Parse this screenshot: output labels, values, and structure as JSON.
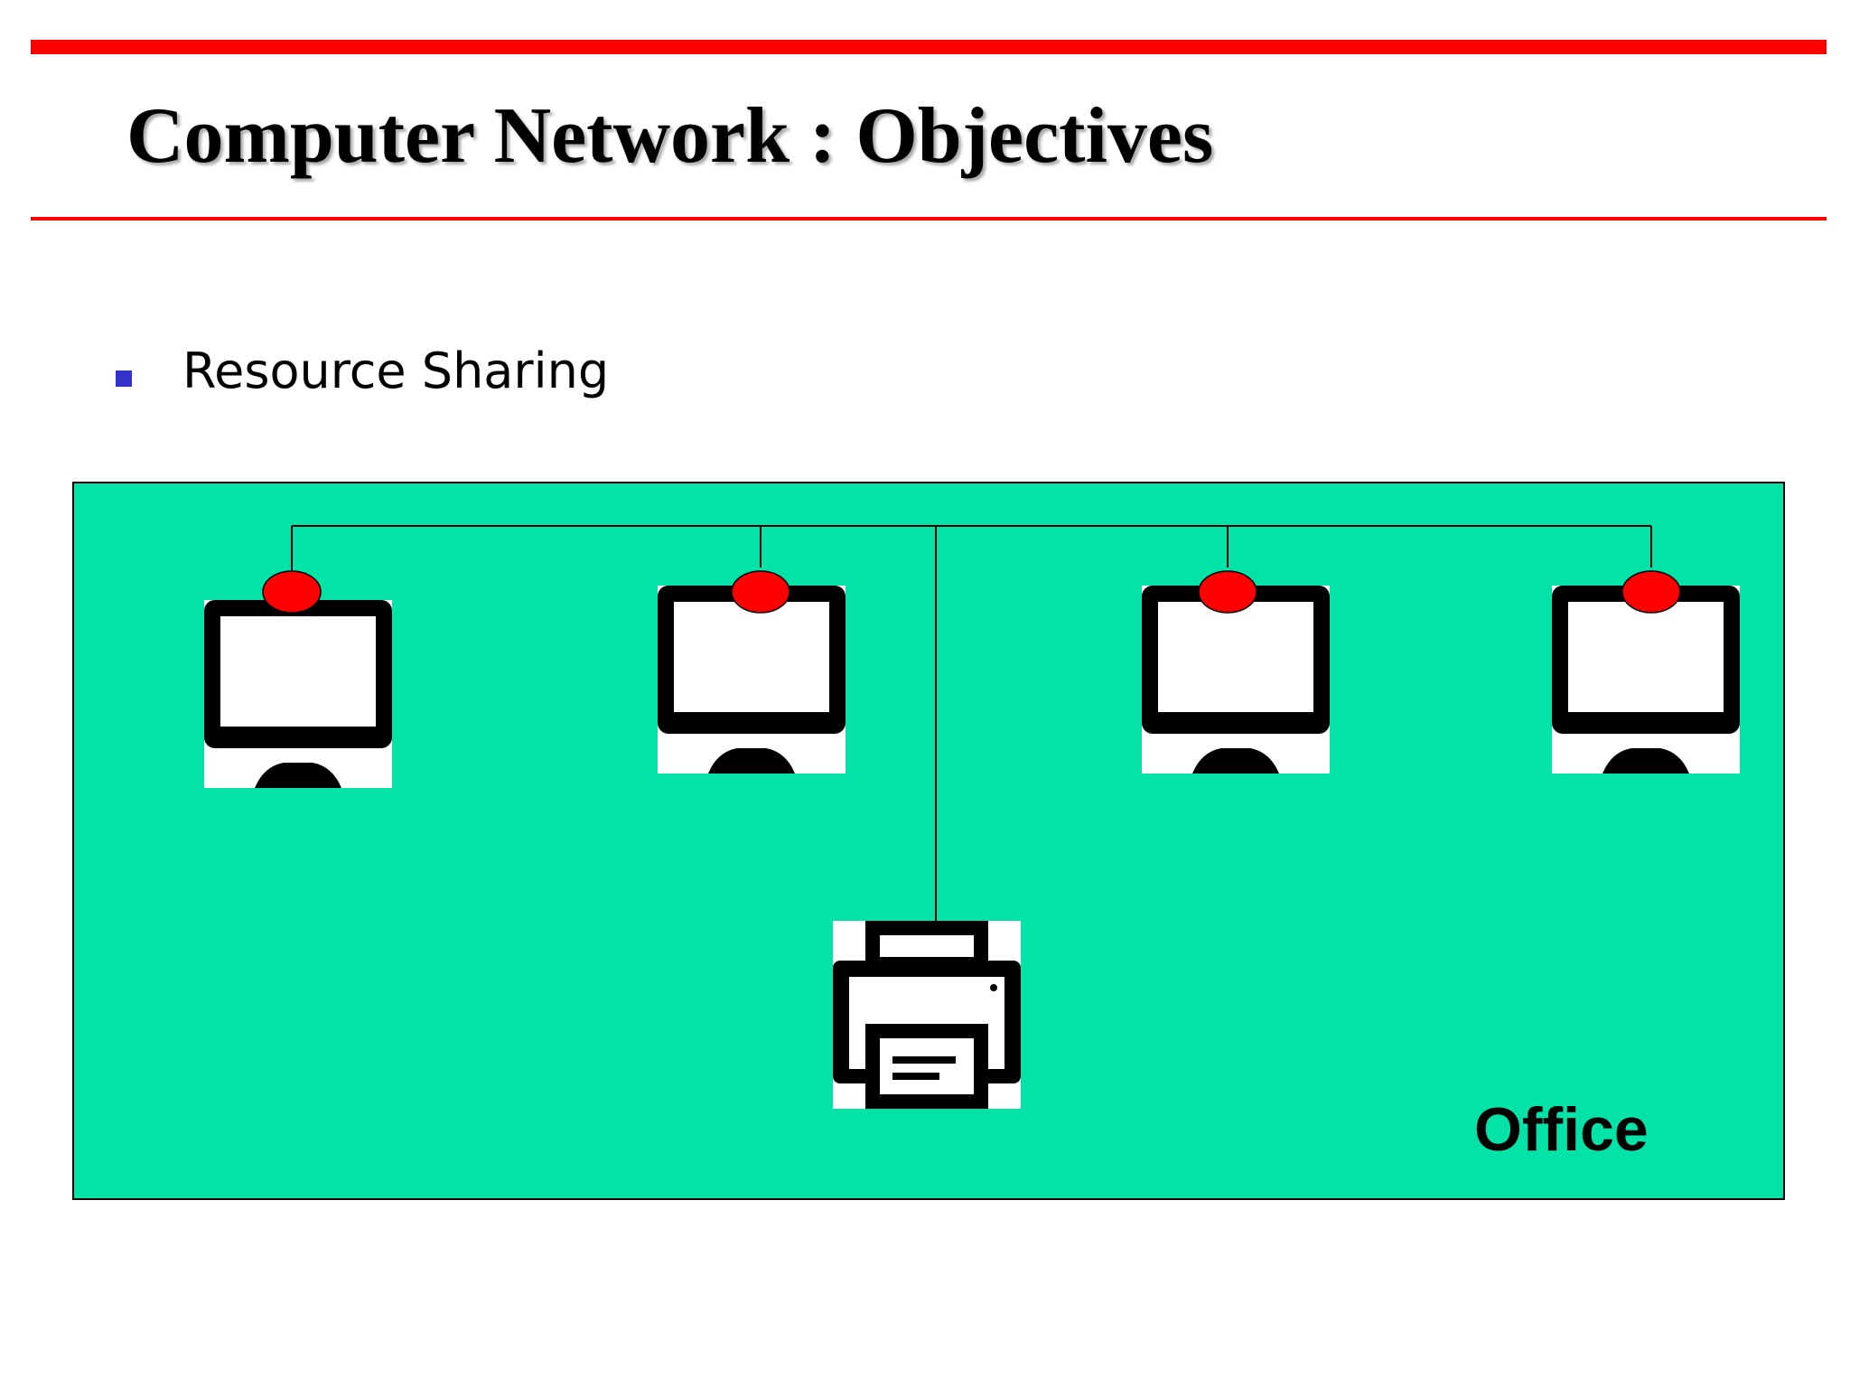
{
  "slide": {
    "title": "Computer Network : Objectives",
    "bullet": "Resource Sharing"
  },
  "diagram": {
    "zone_label": "Office",
    "nodes": [
      {
        "type": "computer",
        "icon": "desktop-monitor-icon",
        "connected": true
      },
      {
        "type": "computer",
        "icon": "desktop-monitor-icon",
        "connected": true
      },
      {
        "type": "computer",
        "icon": "desktop-monitor-icon",
        "connected": true
      },
      {
        "type": "computer",
        "icon": "desktop-monitor-icon",
        "connected": true
      },
      {
        "type": "printer",
        "icon": "printer-icon",
        "connected": true
      }
    ]
  },
  "colors": {
    "rule": "#ff0000",
    "bullet": "#3333cc",
    "office_fill": "#03e3a8",
    "connector_dot": "#ff0000"
  }
}
